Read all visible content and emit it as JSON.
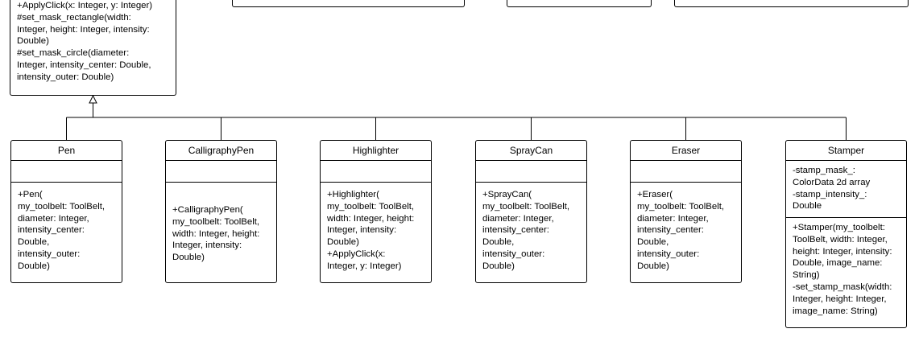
{
  "parent": {
    "operations": [
      "+ApplyClick(x: Integer, y: Integer)",
      "#set_mask_rectangle(width:",
      "Integer, height: Integer, intensity:",
      "Double)",
      "#set_mask_circle(diameter:",
      "Integer, intensity_center: Double,",
      "intensity_outer: Double)"
    ]
  },
  "classes": [
    {
      "name": "Pen",
      "attributes": [],
      "operations": [
        "+Pen(",
        "my_toolbelt: ToolBelt,",
        "diameter: Integer,",
        "intensity_center:",
        "Double,",
        "intensity_outer:",
        "Double)"
      ]
    },
    {
      "name": "CalligraphyPen",
      "attributes": [],
      "operations": [
        "+CalligraphyPen(",
        "my_toolbelt: ToolBelt,",
        "width: Integer, height:",
        "Integer, intensity:",
        "Double)"
      ]
    },
    {
      "name": "Highlighter",
      "attributes": [],
      "operations": [
        "+Highlighter(",
        "my_toolbelt: ToolBelt,",
        "width: Integer, height:",
        "Integer, intensity:",
        "Double)",
        "+ApplyClick(x:",
        "Integer, y: Integer)"
      ]
    },
    {
      "name": "SprayCan",
      "attributes": [],
      "operations": [
        "+SprayCan(",
        "my_toolbelt: ToolBelt,",
        "diameter: Integer,",
        "intensity_center:",
        "Double,",
        "intensity_outer:",
        "Double)"
      ]
    },
    {
      "name": "Eraser",
      "attributes": [],
      "operations": [
        "+Eraser(",
        "my_toolbelt: ToolBelt,",
        "diameter: Integer,",
        "intensity_center:",
        "Double,",
        "intensity_outer:",
        "Double)"
      ]
    },
    {
      "name": "Stamper",
      "attributes": [
        "-stamp_mask_:",
        "ColorData 2d array",
        "-stamp_intensity_:",
        "Double"
      ],
      "operations": [
        "+Stamper(my_toolbelt:",
        "ToolBelt, width: Integer,",
        "height: Integer, intensity:",
        "Double, image_name:",
        "String)",
        "-set_stamp_mask(width:",
        "Integer, height: Integer,",
        "image_name: String)"
      ]
    }
  ]
}
